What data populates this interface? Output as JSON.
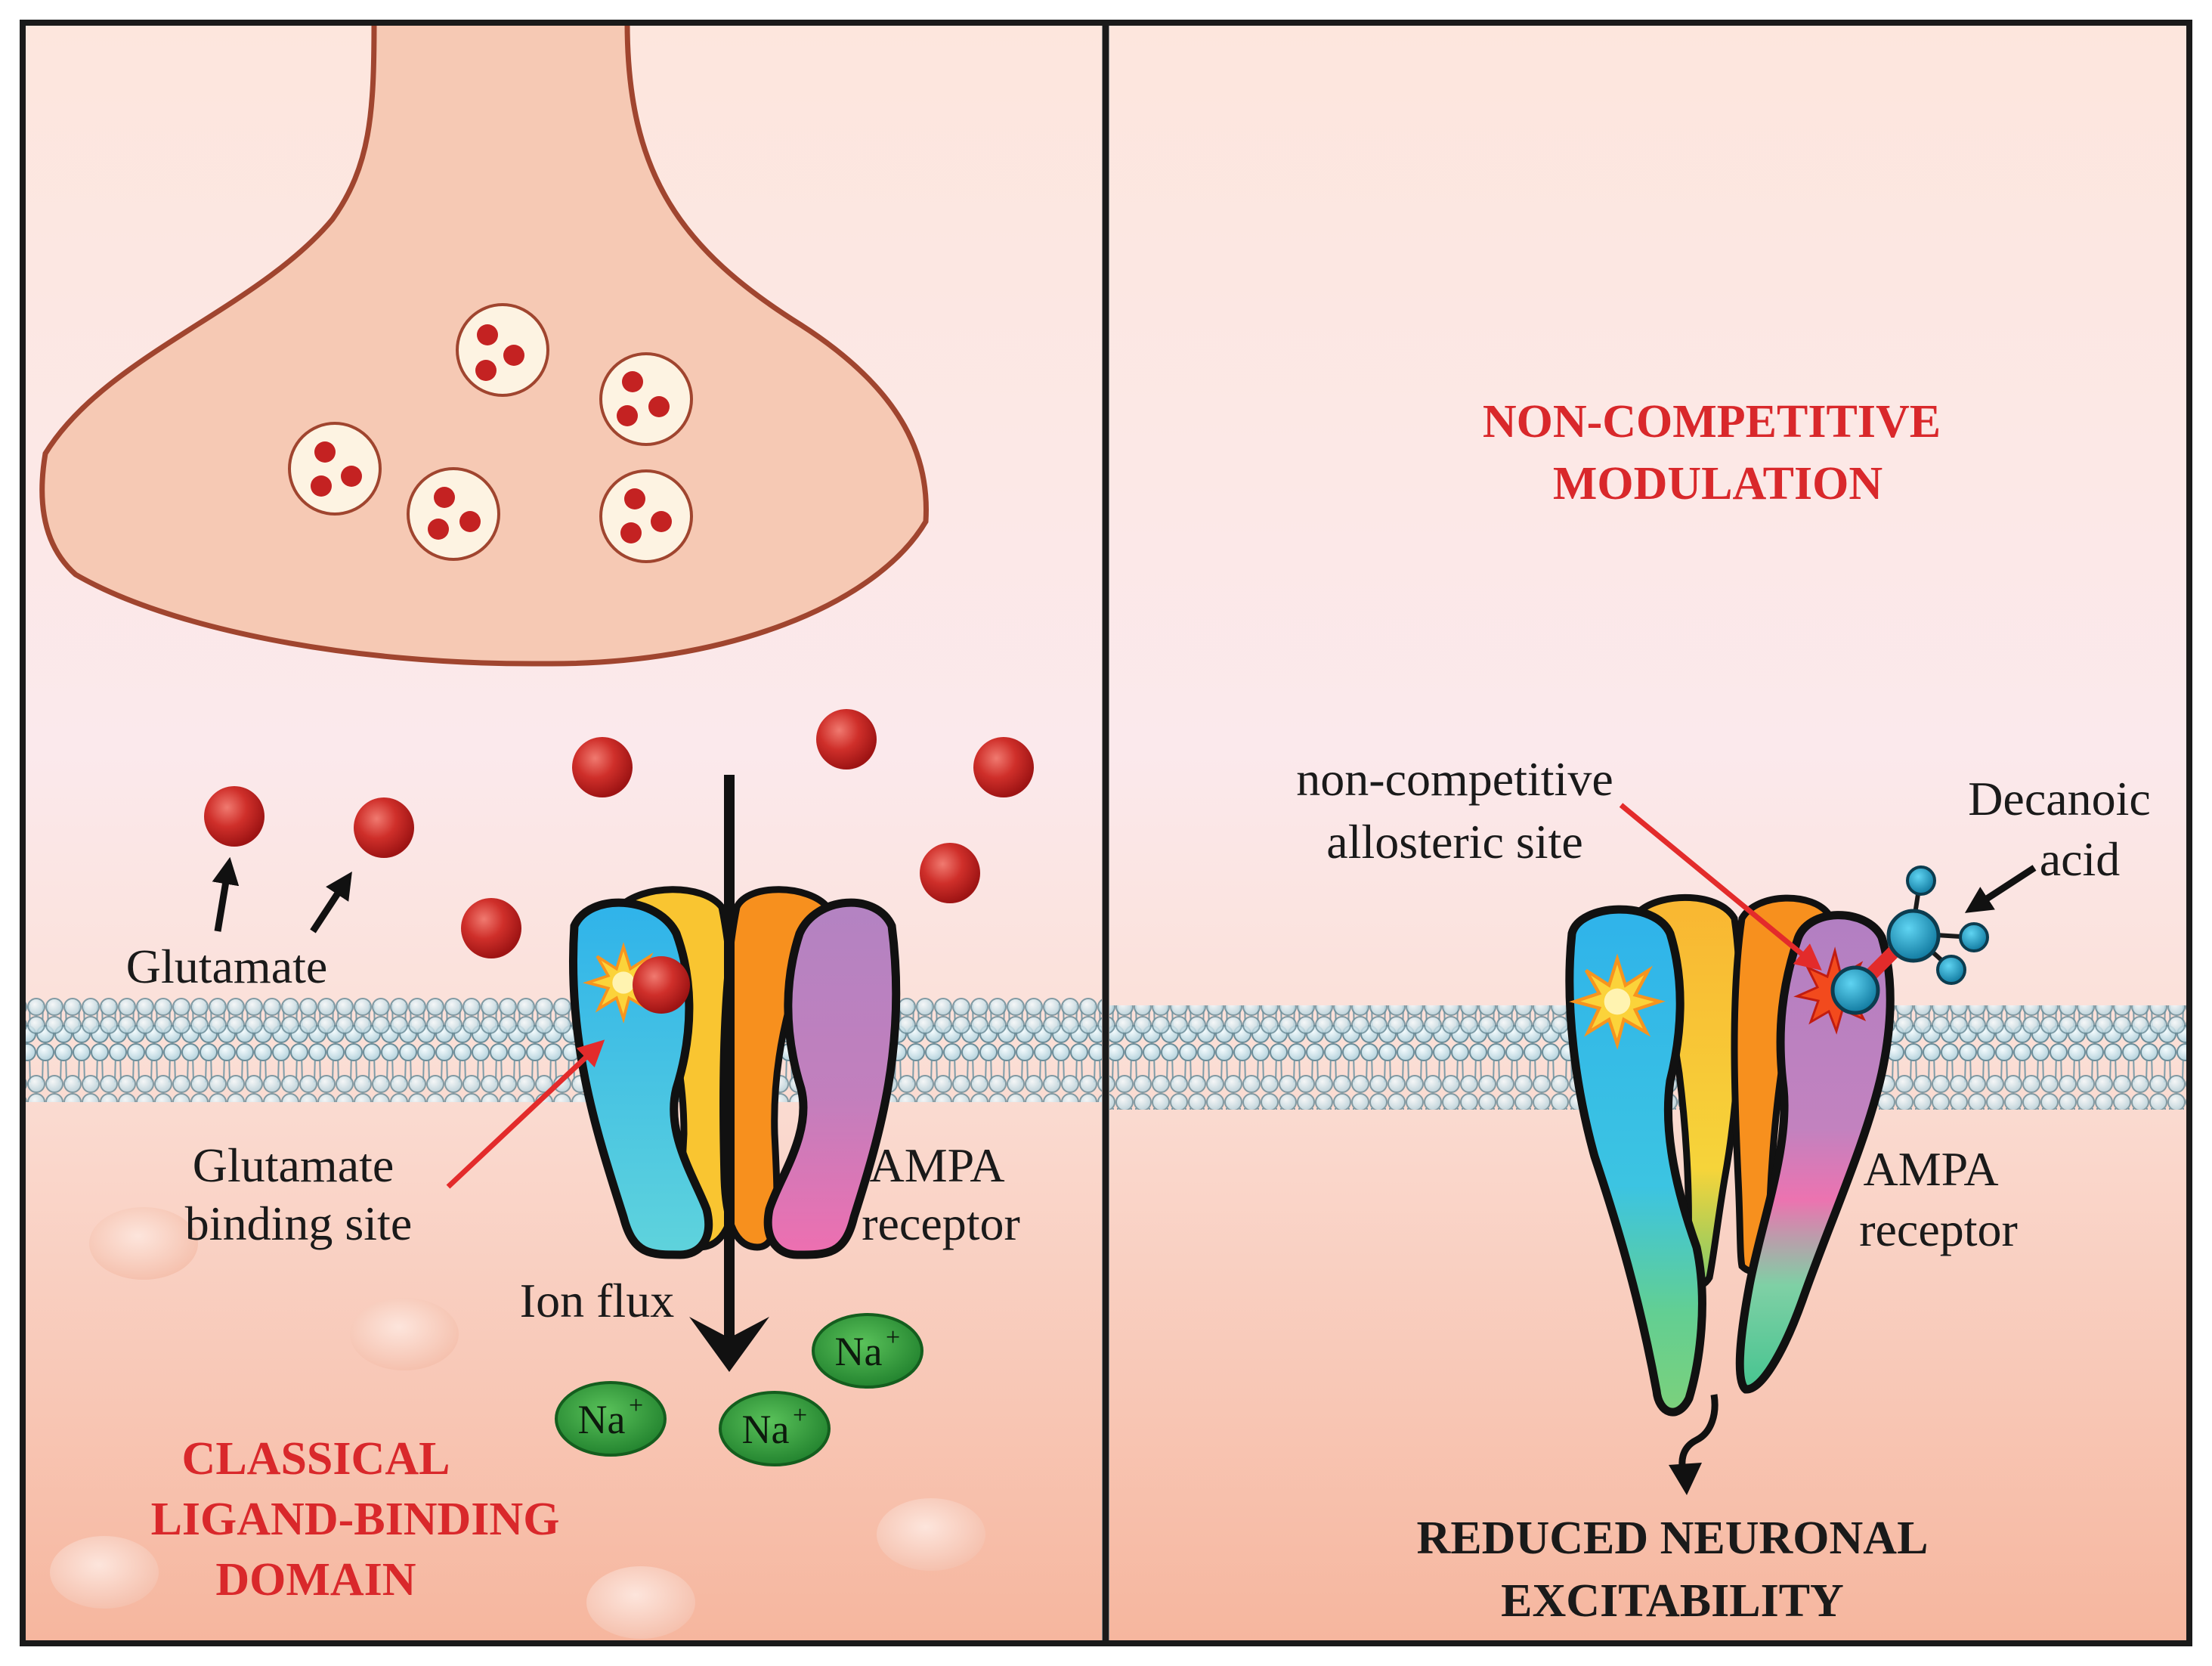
{
  "colors": {
    "panel_top": "#fde6dd",
    "panel_mid": "#fbe7ec",
    "panel_bottom": "#f7b8a0",
    "terminal_fill": "#f6c9b4",
    "terminal_stroke": "#a0452f",
    "vesicle_fill": "#fdf3e2",
    "glutamate": "#c42222",
    "membrane_head": "#cfe3ea",
    "membrane_stroke": "#6c8d99",
    "receptor_blue": "#38b6e8",
    "receptor_yellow": "#f9c531",
    "receptor_orange": "#f7901e",
    "receptor_purple": "#b680bf",
    "receptor_pink": "#ea71b3",
    "receptor_green": "#6cc78c",
    "sodium": "#2e9e3c",
    "red_label": "#d9282b",
    "arrow_red": "#e32b2b",
    "decanoic_node": "#1b9fc6"
  },
  "left_panel": {
    "glutamate_label": "Glutamate",
    "binding_site_label": [
      "Glutamate",
      "binding site"
    ],
    "receptor_label": [
      "AMPA",
      "receptor"
    ],
    "ion_flux_label": "Ion flux",
    "sodium_label": "Na",
    "sodium_charge": "+",
    "domain_title": [
      "CLASSICAL",
      "LIGAND-BINDING",
      "DOMAIN"
    ]
  },
  "right_panel": {
    "modulation_title": [
      "NON-COMPETITIVE",
      "MODULATION"
    ],
    "allosteric_label": [
      "non-competitive",
      "allosteric site"
    ],
    "decanoic_label": [
      "Decanoic",
      "acid"
    ],
    "receptor_label": [
      "AMPA",
      "receptor"
    ],
    "outcome_title": [
      "REDUCED NEURONAL",
      "EXCITABILITY"
    ]
  },
  "icons": {
    "left_binding_burst": "starburst-icon",
    "right_burst": "starburst-icon",
    "allosteric_burst": "red-starburst-icon",
    "decanoic_molecule": "molecule-icon"
  }
}
